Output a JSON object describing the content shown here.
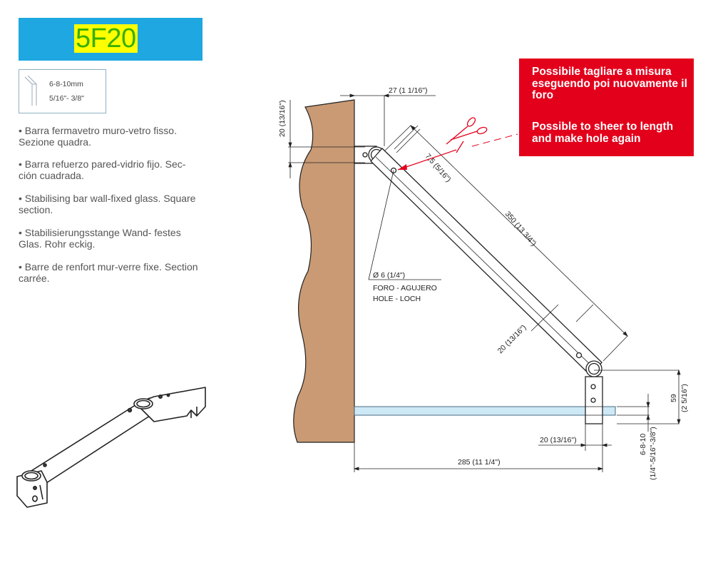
{
  "product_code": "5F20",
  "thickness": {
    "mm": "6-8-10mm",
    "inch": "5/16\"- 3/8\""
  },
  "descriptions": [
    "• Barra fermavetro muro-vetro fisso. Sezione quadra.",
    "• Barra refuerzo pared-vidrio fijo. Sec- ción cuadrada.",
    "• Stabilising bar wall-fixed glass. Square section.",
    "• Stabilisierungsstange Wand- festes Glas. Rohr eckig.",
    "• Barre de renfort mur-verre fixe. Section carrée."
  ],
  "note": {
    "it": "Possibile tagliare a misura eseguendo poi nuovamente il foro",
    "en": "Possible to sheer to length and make hole again"
  },
  "dimensions": {
    "top_width": "27 (1  1/16\")",
    "wall_height": "20 (13/16\")",
    "hole_offset": "7,5 (5/16\")",
    "bar_length": "350 (13  3/4\")",
    "bar_section": "20 (13/16\")",
    "clamp_height": "59",
    "clamp_height_in": "(2  5/16\")",
    "clamp_width": "20 (13/16\")",
    "total_width": "285 (11  1/4\")",
    "glass_thickness": "6-8-10",
    "glass_thickness_in": "(1/4\"-5/16\"-3/8\")"
  },
  "hole": {
    "diameter": "Ø 6 (1/4\")",
    "label_es": "FORO - AGUJERO",
    "label_en": "HOLE - LOCH"
  },
  "colors": {
    "header_bg": "#1ea7e1",
    "code_bg": "#ffff00",
    "code_text": "#38b000",
    "note_bg": "#e3001b",
    "wall": "#c99a74",
    "glass": "#cde9f6"
  }
}
